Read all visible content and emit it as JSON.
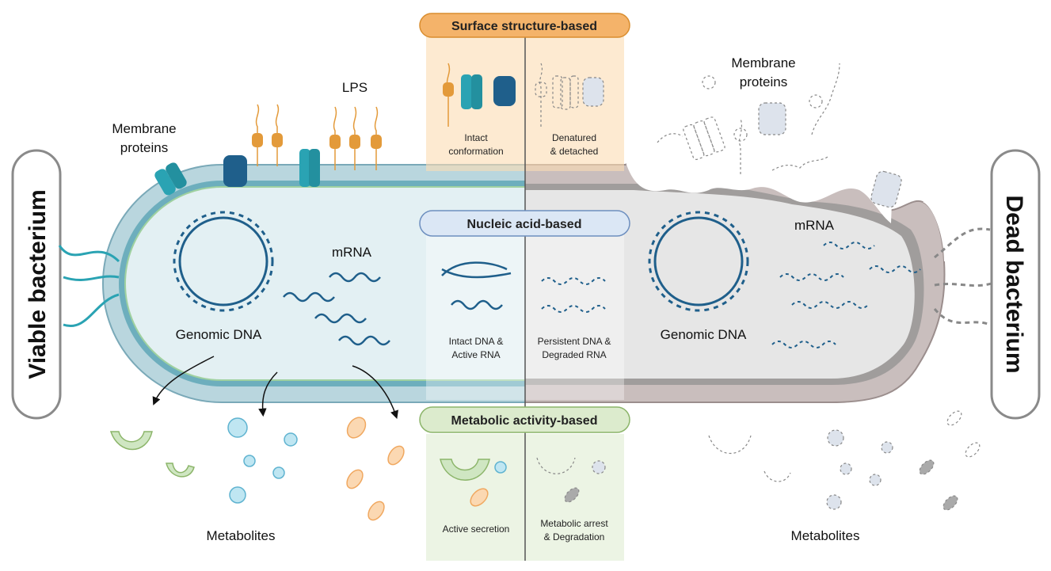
{
  "left_label": "Viable bacterium",
  "right_label": "Dead bacterium",
  "left": {
    "membrane_proteins": [
      "Membrane",
      "proteins"
    ],
    "lps": "LPS",
    "genomic_dna": "Genomic DNA",
    "mrna": "mRNA",
    "metabolites": "Metabolites"
  },
  "right": {
    "membrane_proteins": [
      "Membrane",
      "proteins"
    ],
    "genomic_dna": "Genomic DNA",
    "mrna": "mRNA",
    "metabolites": "Metabolites"
  },
  "panels": {
    "surface": {
      "title": "Surface structure-based",
      "left_caption": [
        "Intact",
        "conformation"
      ],
      "right_caption": [
        "Denatured",
        "& detached"
      ]
    },
    "nucleic": {
      "title": "Nucleic acid-based",
      "left_caption": [
        "Intact DNA &",
        "Active RNA"
      ],
      "right_caption": [
        "Persistent DNA &",
        "Degraded RNA"
      ]
    },
    "metabolic": {
      "title": "Metabolic activity-based",
      "left_caption": [
        "Active secretion"
      ],
      "right_caption": [
        "Metabolic arrest",
        "& Degradation"
      ]
    }
  },
  "colors": {
    "teal": "#2aa3b3",
    "navy": "#1f5f8b",
    "orange": "#e39a3a",
    "cell_wall_viable": "#b9d6de",
    "cytoplasm_viable": "#e3f0f3",
    "cytoplasm_dead": "#e6e6e6",
    "surface_box": "#fbdcb2",
    "nucleic_box": "#dbe7f5",
    "metabolic_box": "#dcebcd"
  }
}
